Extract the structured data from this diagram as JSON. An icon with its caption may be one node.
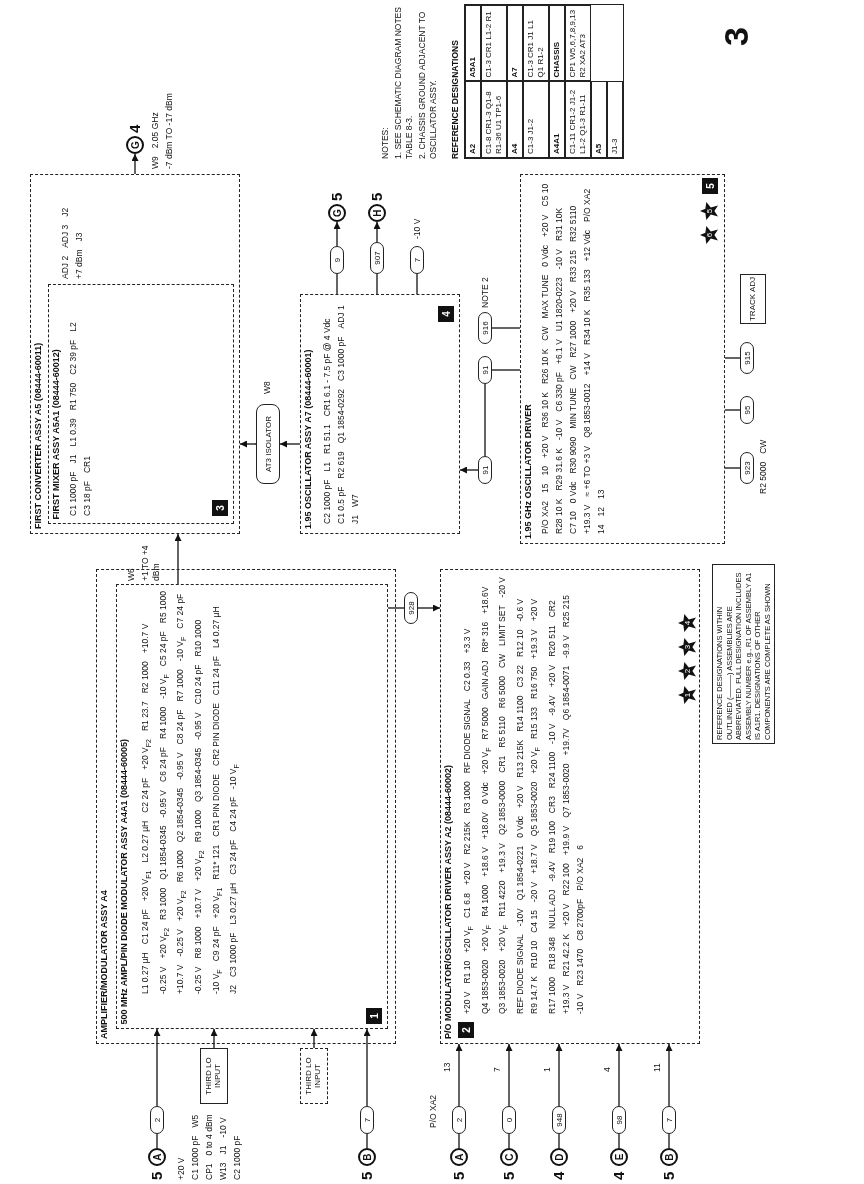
{
  "diagram": {
    "nodes": [
      {
        "text": [
          "AMPLIFIER/MODULATOR ASSY A4"
        ]
      },
      {
        "text": [
          "500 MHz AMPL/PIN DIODE MODULATOR ASSY A4A1 (08444-60005)"
        ],
        "in": 0
      },
      {
        "text": [
          "THIRD LO INPUT"
        ]
      },
      {
        "text": [
          "THIRD LO INPUT"
        ]
      },
      {
        "text": [
          "2"
        ]
      },
      {
        "text": [
          "7"
        ]
      },
      {
        "text": [
          "A"
        ],
        "beside": [
          "5"
        ]
      },
      {
        "text": [
          "B"
        ],
        "beside": [
          "5"
        ]
      },
      {
        "text": [
          "P/O MODULATOR/OSCILLATOR DRIVER ASSY A2 (08444-60002)"
        ]
      },
      {
        "text": [
          "2"
        ]
      },
      {
        "text": [
          "0"
        ]
      },
      {
        "text": [
          "948"
        ]
      },
      {
        "text": [
          "98"
        ]
      },
      {
        "text": [
          "7"
        ]
      },
      {
        "text": [
          "A"
        ],
        "beside": [
          "5"
        ]
      },
      {
        "text": [
          "C"
        ],
        "beside": [
          "5"
        ]
      },
      {
        "text": [
          "D"
        ],
        "beside": [
          "4"
        ]
      },
      {
        "text": [
          "E"
        ],
        "beside": [
          "4"
        ]
      },
      {
        "text": [
          "B"
        ],
        "beside": [
          "5"
        ]
      },
      {
        "text": [
          "FIRST CONVERTER ASSY A5 (08444-60011)"
        ]
      },
      {
        "text": [
          "FIRST MIXER ASSY A5A1 (08444-60012)"
        ],
        "in": 19
      },
      {
        "text": [
          "1.95 OSCILLATOR ASSY A7 (08444-60001)"
        ]
      },
      {
        "text": [
          "AT3 ISOLATOR"
        ]
      },
      {
        "text": [
          "1.95 GHz OSCILLATOR DRIVER"
        ]
      },
      {
        "text": [
          "TRACK ADJ"
        ]
      },
      {
        "text": [
          "91"
        ]
      },
      {
        "text": [
          "916"
        ]
      },
      {
        "text": [
          "9"
        ]
      },
      {
        "text": [
          "907"
        ]
      },
      {
        "text": [
          "7"
        ]
      },
      {
        "text": [
          "91"
        ]
      },
      {
        "text": [
          "G"
        ],
        "beside": [
          "5"
        ]
      },
      {
        "text": [
          "H"
        ],
        "beside": [
          "5"
        ]
      },
      {
        "text": [
          "G"
        ],
        "beside": [
          "4"
        ]
      },
      {
        "text": [
          "923"
        ]
      },
      {
        "text": [
          "95"
        ]
      },
      {
        "text": [
          "915"
        ]
      },
      {
        "text": [
          "928"
        ]
      }
    ],
    "edges": [
      {
        "from": 6,
        "to": 4,
        "arrow": "none"
      },
      {
        "from": 4,
        "to": 1,
        "arrow": "to"
      },
      {
        "from": 2,
        "to": 1,
        "arrow": "to"
      },
      {
        "from": 3,
        "to": 1,
        "arrow": "to"
      },
      {
        "from": 7,
        "to": 5,
        "arrow": "none"
      },
      {
        "from": 5,
        "to": 1,
        "arrow": "to"
      },
      {
        "from": 14,
        "to": 9,
        "arrow": "none"
      },
      {
        "from": 9,
        "to": 8,
        "arrow": "to"
      },
      {
        "from": 15,
        "to": 10,
        "arrow": "none"
      },
      {
        "from": 10,
        "to": 8,
        "arrow": "to"
      },
      {
        "from": 16,
        "to": 11,
        "arrow": "none"
      },
      {
        "from": 11,
        "to": 8,
        "arrow": "to"
      },
      {
        "from": 17,
        "to": 12,
        "arrow": "none"
      },
      {
        "from": 12,
        "to": 8,
        "arrow": "to"
      },
      {
        "from": 18,
        "to": 13,
        "arrow": "none"
      },
      {
        "from": 13,
        "to": 8,
        "arrow": "to"
      },
      {
        "from": 1,
        "to": 19,
        "arrow": "to"
      },
      {
        "from": 1,
        "to": 37,
        "arrow": "none"
      },
      {
        "from": 37,
        "to": 8,
        "arrow": "to"
      },
      {
        "from": 21,
        "to": 22,
        "arrow": "to"
      },
      {
        "from": 22,
        "to": 19,
        "arrow": "to"
      },
      {
        "from": 19,
        "to": 33,
        "arrow": "to"
      },
      {
        "from": 21,
        "to": 27,
        "arrow": "none"
      },
      {
        "from": 27,
        "to": 31,
        "arrow": "to"
      },
      {
        "from": 21,
        "to": 28,
        "arrow": "none"
      },
      {
        "from": 28,
        "to": 32,
        "arrow": "to"
      },
      {
        "from": 21,
        "to": 29,
        "arrow": "none"
      },
      {
        "from": 23,
        "to": 30,
        "arrow": "none"
      },
      {
        "from": 30,
        "to": 25,
        "arrow": "none"
      },
      {
        "from": 25,
        "to": 21,
        "arrow": "to"
      },
      {
        "from": 23,
        "to": 26,
        "arrow": "none"
      },
      {
        "from": 23,
        "to": 34,
        "arrow": "none"
      },
      {
        "from": 23,
        "to": 35,
        "arrow": "none"
      },
      {
        "from": 23,
        "to": 36,
        "arrow": "none"
      }
    ],
    "labels": [
      "NOTES:",
      "1. SEE SCHEMATIC DIAGRAM NOTES TABLE 8-3.",
      "2. CHASSIS GROUND ADJACENT TO OSCILLATOR ASSY.",
      "REFERENCE DESIGNATIONS",
      "A2",
      "A5A1",
      "C1-8 CR1-3 Q1-8 R1-36 U1 TP1-6",
      "C1-3 CR1 L1-2 R1",
      "A4",
      "A7",
      "C1-3 J1-2",
      "C1-3 CR1 J1 L1 Q1 R1-2",
      "A4A1",
      "CHASSIS",
      "C1-11 CR1-2 J1-2 L1-2 Q1-3 R1-11",
      "CP1 W5,6,7,8,9,13 R2 XA2 AT3",
      "A5",
      "J1-3",
      "3",
      "REFERENCE DESIGNATIONS WITHIN OUTLINED (———) ASSEMBLIES ARE ABBREVIATED. FULL DESIGNATION INCLUDES ASSEMBLY NUMBER e.g., R1 OF ASSEMBLY A1 IS A1R1. DESIGNATIONS OF OTHER COMPONENTS ARE COMPLETE AS SHOWN",
      "+20 V",
      "C1 1000 pF",
      "W5",
      "CP1",
      "0 to 4 dBm",
      "W13",
      "J1",
      "-10 V",
      "C2 1000 pF",
      "1",
      "L1 0.27 µH",
      "C1 24 pF",
      "+20 V$_{F1}$",
      "L2 0.27 µH",
      "C2 24 pF",
      "+20 V$_{F2}$",
      "R1 23.7",
      "R2 1000",
      "+10.7 V",
      "-0.25 V",
      "+20 V$_{F2}$",
      "R3 1000",
      "Q1 1854-0345",
      "-0.95 V",
      "C6 24 pF",
      "R4 1000",
      "-10 V$_{F}$",
      "C5 24 pF",
      "R5 1000",
      "+10.7 V",
      "-0.25 V",
      "+20 V$_{F2}$",
      "R6 1000",
      "Q2 1854-0345",
      "-0.95 V",
      "C8 24 pF",
      "R7 1000",
      "-10 V$_{F}$",
      "C7 24 pF",
      "-0.25 V",
      "R8 1000",
      "+10.7 V",
      "+20 V$_{F2}$",
      "R9 1000",
      "Q3 1854-0345",
      "-0.95 V",
      "C10 24 pF",
      "R10 1000",
      "-10 V$_{F}$",
      "C9 24 pF",
      "+20 V$_{F1}$",
      "R11* 121",
      "CR1 PIN DIODE",
      "CR2 PIN DIODE",
      "C11 24 pF",
      "L4 0.27 µH",
      "J2",
      "C3 1000 pF",
      "L3 0.27 µH",
      "C3 24 pF",
      "C4 24 pF",
      "-10 V$_{F}$",
      "W6",
      "+1 TO +4 dBm",
      "P/O XA2",
      "13",
      "7",
      "1",
      "4",
      "11",
      "2",
      "+20 V",
      "R1 10",
      "+20 V$_{F}$",
      "C1 6.8",
      "+20 V",
      "R2 215K",
      "R3 1000",
      "RF DIODE SIGNAL",
      "C2 0.33",
      "+3.3 V",
      "Q4 1853-0020",
      "+20 V$_{F}$",
      "R4 1000",
      "+18.6 V",
      "+18.0V",
      "0 Vdc",
      "+20 V$_{F}$",
      "R7 5000",
      "GAIN ADJ",
      "R8* 316",
      "+18.6V",
      "Q3 1853-0020",
      "+20 V$_{F}$",
      "R11 4220",
      "+19.3 V",
      "Q2 1853-0000",
      "CR1",
      "R5 5110",
      "R6 5000",
      "CW",
      "LIMIT SET",
      "-20 V",
      "REF DIODE SIGNAL",
      "-10V",
      "Q1 1854-0221",
      "0 Vdc",
      "+20 V",
      "R13 215K",
      "R14 1100",
      "C3 22",
      "R12 10",
      "-0.6 V",
      "R9 14.7 K",
      "R10 10",
      "C4 15",
      "-20 V",
      "+18.7 V",
      "Q5 1853-0020",
      "+20 V$_{F}$",
      "R15 133",
      "R16 750",
      "+19.3 V",
      "+20 V",
      "R17 1000",
      "R18 348",
      "NULL ADJ",
      "-9.4V",
      "R19 100",
      "CR3",
      "R24 1100",
      "-10 V",
      "-9.4V",
      "+20 V",
      "R20 511",
      "CR2",
      "+19.3 V",
      "R21 42.2 K",
      "+20 V",
      "R22 100",
      "+19.9 V",
      "Q7 1853-0020",
      "+19.7V",
      "Q6 1854-0071",
      "-9.9 V",
      "R25 215",
      "-10 V",
      "R23 1470",
      "C8 2700pF",
      "P/O XA2",
      "6",
      "1",
      "2",
      "3",
      "4",
      "5",
      "P/O XA2",
      "15",
      "10",
      "+20 V",
      "R36 10 K",
      "R26 10 K",
      "CW",
      "MAX TUNE",
      "0 Vdc",
      "+20 V",
      "C5 10",
      "R28 10 K",
      "R29 31.6 K",
      "-10 V",
      "C6 330 pF",
      "+6.1 V",
      "U1 1820-0223",
      "-10 V",
      "R31 10K",
      "C7 10",
      "0 Vdc",
      "R30 9090",
      "MIN TUNE",
      "CW",
      "R27 1000",
      "+20 V",
      "R33 215",
      "R32 5110",
      "+19.3 V",
      "≈ +6 TO +3 V",
      "Q8 1853-0012",
      "+14 V",
      "R34 10 K",
      "R35 133",
      "+12 Vdc",
      "P/O XA2",
      "14",
      "12",
      "13",
      "6",
      "5",
      "R2 5000",
      "CW",
      "C2 1000 pF",
      "L1",
      "R1 51.1",
      "CR1 6.1 - 7.5 pF @ 4 Vdc",
      "C1 0.5 pF",
      "R2 619",
      "Q1 1854-0292",
      "C3 1000 pF",
      "ADJ 1",
      "J1",
      "W7",
      "4",
      "W8",
      "-10 V",
      "NOTE 2",
      "C1 1000 pF",
      "J1",
      "L1 0.39",
      "R1 750",
      "C2 39 pF",
      "L2",
      "C3 18 pF",
      "CR1",
      "ADJ 2",
      "ADJ 3",
      "J2",
      "+7 dBm",
      "J3",
      "3",
      "W9",
      "2.05 GHz",
      "-7 dBm TO -17 dBm"
    ]
  }
}
